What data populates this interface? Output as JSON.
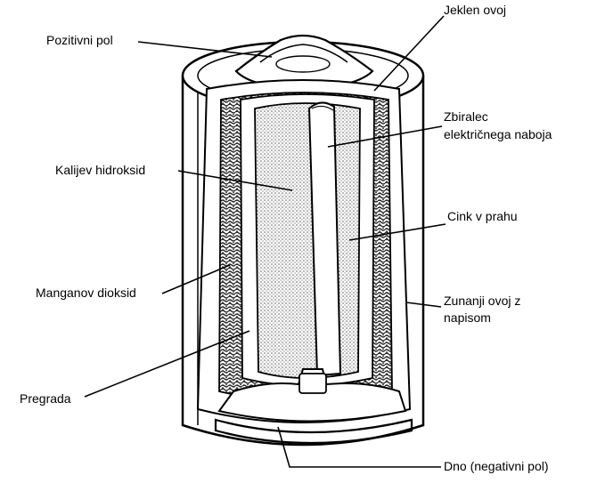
{
  "labels": {
    "positive_pole": "Pozitivni pol",
    "steel_case": "Jeklen ovoj",
    "collector_line1": "Zbiralec",
    "collector_line2": "električnega naboja",
    "koh": "Kalijev hidroksid",
    "zinc": "Cink v prahu",
    "mno2": "Manganov dioksid",
    "outer_line1": "Zunanji ovoj z",
    "outer_line2": "napisom",
    "separator": "Pregrada",
    "bottom": "Dno (negativni pol)"
  },
  "colors": {
    "ink": "#000000",
    "paper": "#ffffff",
    "stipple": "#8a8a8a",
    "mno2_fill": "#5a5a5a"
  }
}
